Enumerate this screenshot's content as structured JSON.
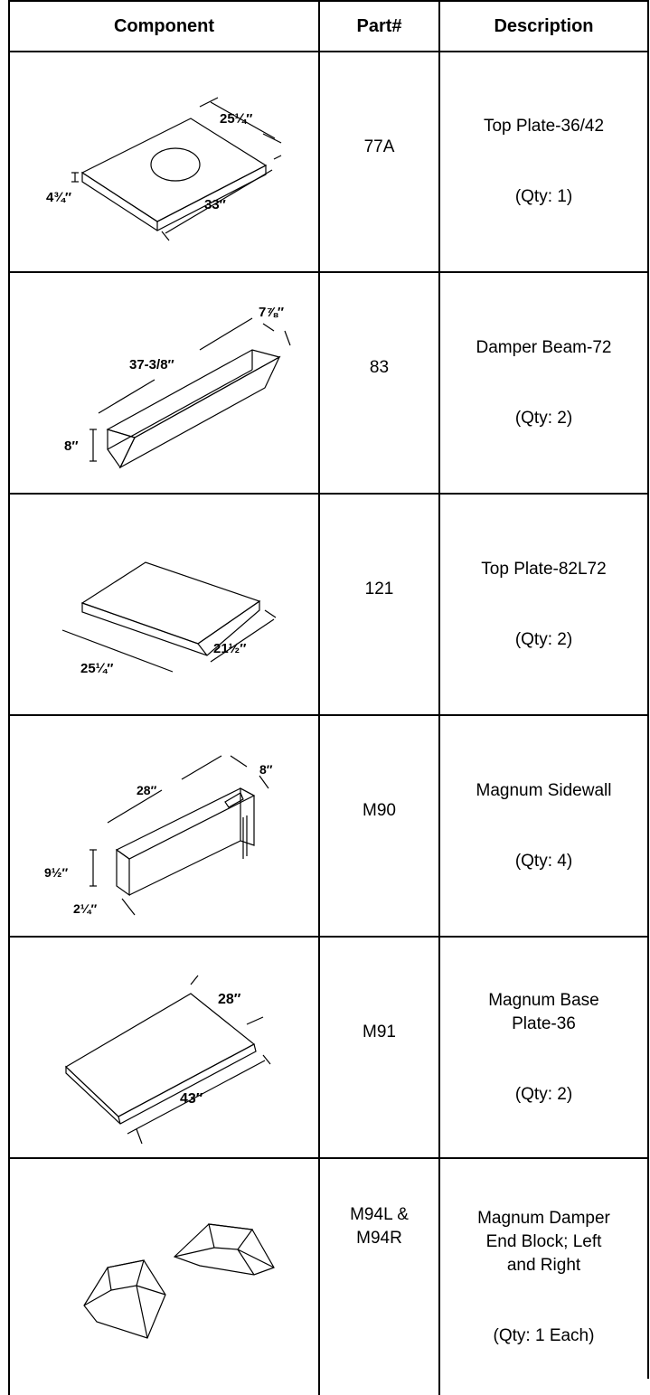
{
  "table": {
    "headers": [
      "Component",
      "Part#",
      "Description"
    ],
    "rows": [
      {
        "part": "77A",
        "name": "Top Plate-36/42",
        "qty": "(Qty: 1)",
        "dims": [
          "25¼″",
          "4¾″",
          "33″"
        ]
      },
      {
        "part": "83",
        "name": "Damper Beam-72",
        "qty": "(Qty: 2)",
        "dims": [
          "37-3/8″",
          "7⅞″",
          "8″"
        ]
      },
      {
        "part": "121",
        "name": "Top Plate-82L72",
        "qty": "(Qty: 2)",
        "dims": [
          "21½″",
          "25¼″"
        ]
      },
      {
        "part": "M90",
        "name": "Magnum Sidewall",
        "qty": "(Qty: 4)",
        "dims": [
          "28″",
          "8″",
          "9½″",
          "2¼″"
        ]
      },
      {
        "part": "M91",
        "name_lines": [
          "Magnum Base",
          "Plate-36"
        ],
        "qty": "(Qty: 2)",
        "dims": [
          "28″",
          "43″"
        ]
      },
      {
        "part_lines": [
          "M94L &",
          "M94R"
        ],
        "name_lines": [
          "Magnum Damper",
          "End Block; Left",
          "and Right"
        ],
        "qty": "(Qty: 1 Each)",
        "dims": []
      }
    ]
  }
}
